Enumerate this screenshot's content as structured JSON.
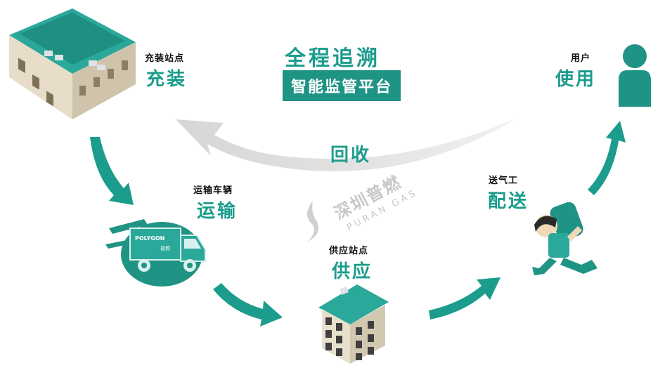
{
  "header": {
    "title": "全程追溯",
    "subtitle": "智能监管平台"
  },
  "recycle_label": "回收",
  "watermark": {
    "name_cn": "深圳普燃",
    "name_en": "PURAN GAS"
  },
  "truck_logo": {
    "brand": "POLYGON",
    "brand_cn": "普燃"
  },
  "nodes": [
    {
      "id": "filling-station",
      "sub": "充装站点",
      "main": "充装"
    },
    {
      "id": "transport",
      "sub": "运输车辆",
      "main": "运输"
    },
    {
      "id": "supply-station",
      "sub": "供应站点",
      "main": "供应"
    },
    {
      "id": "delivery",
      "sub": "送气工",
      "main": "配送"
    },
    {
      "id": "user",
      "sub": "用户",
      "main": "使用"
    }
  ],
  "colors": {
    "teal": "#1b9c8c",
    "teal_dark": "#1f9384",
    "gray_arc": "#c9c9c9"
  }
}
